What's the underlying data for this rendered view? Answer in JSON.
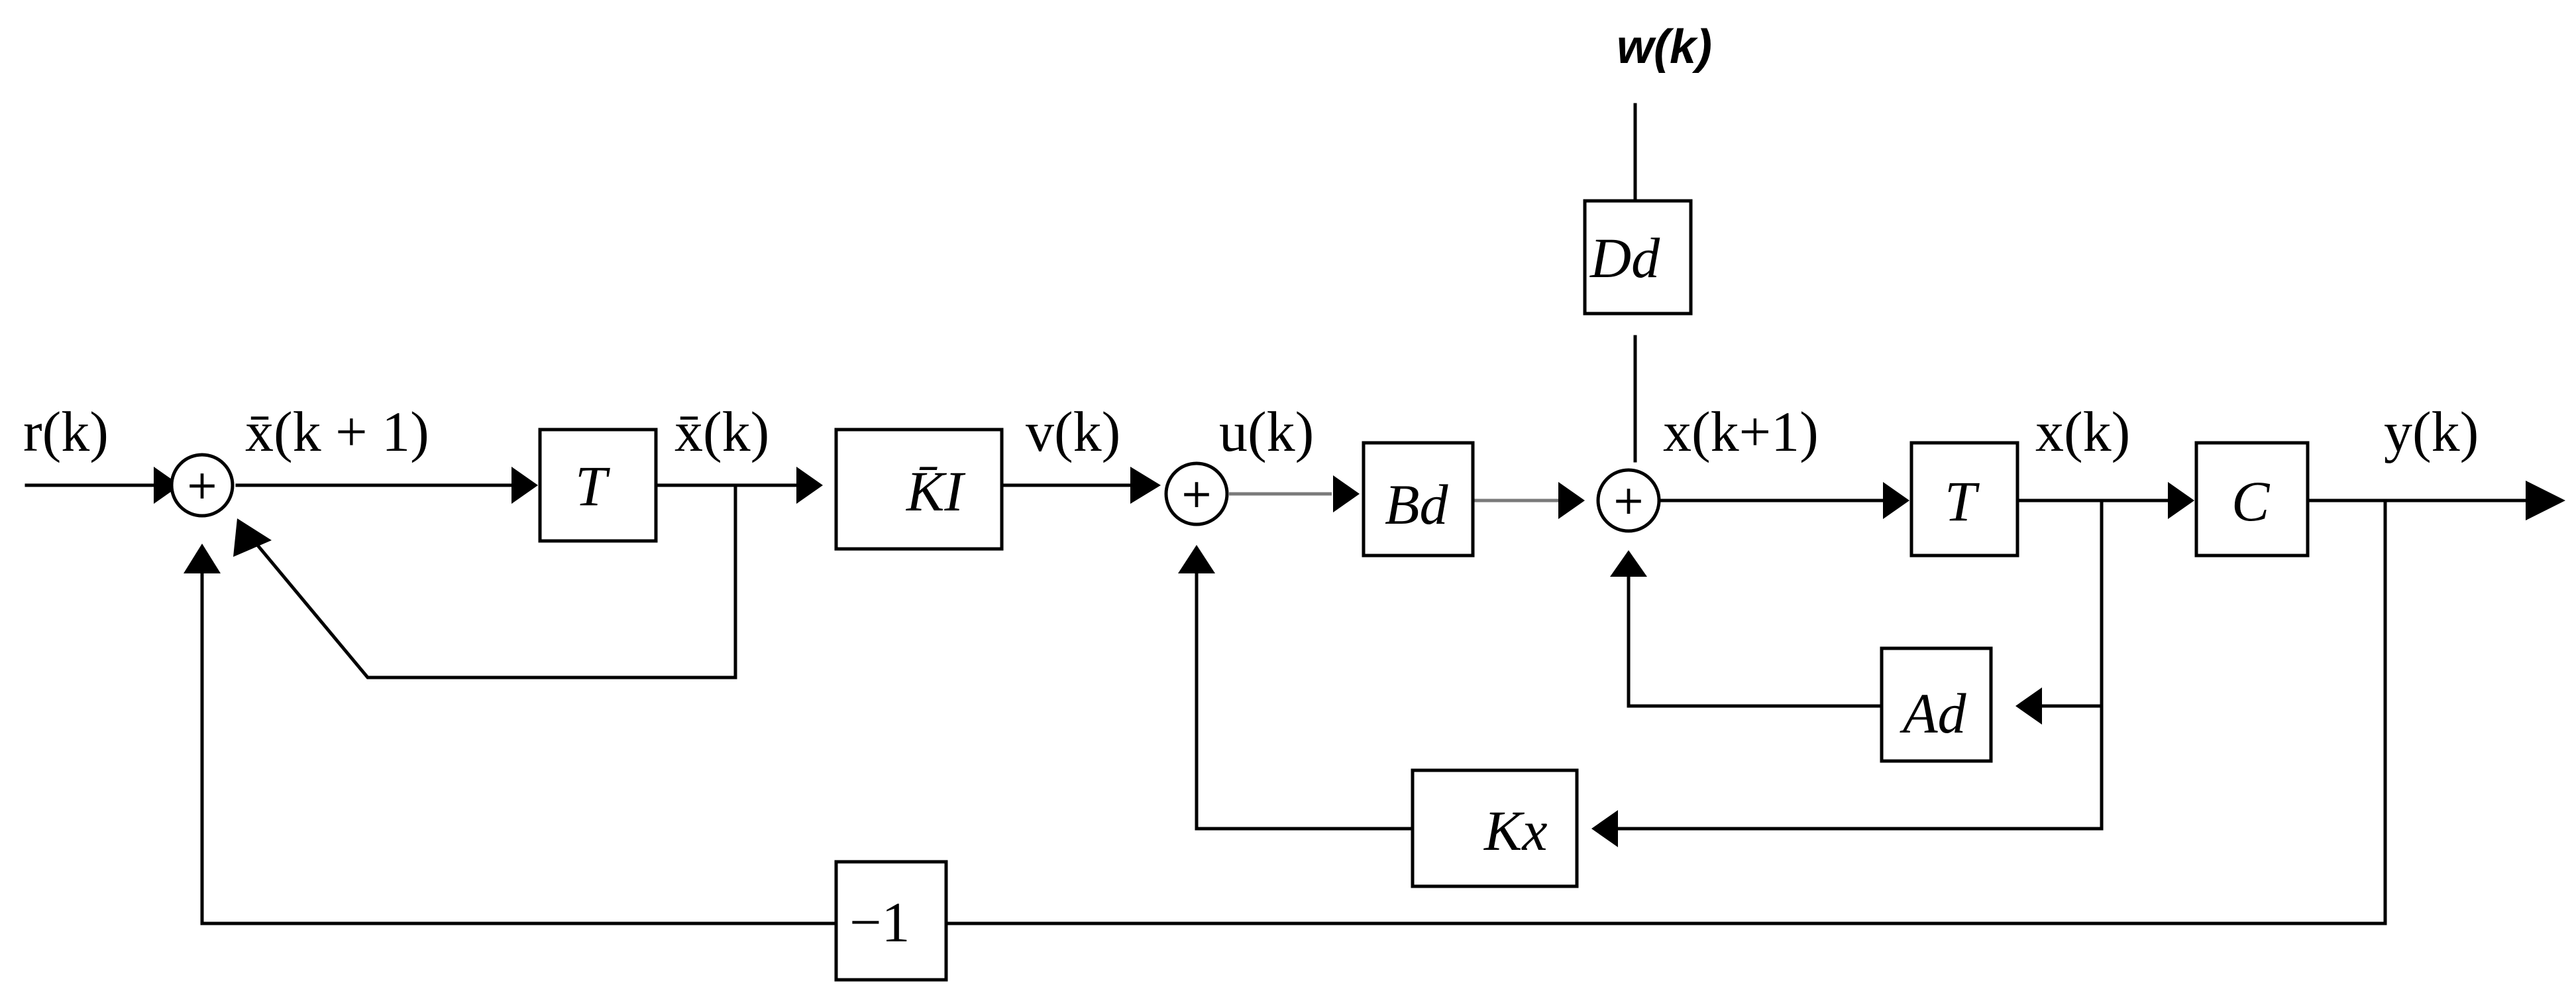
{
  "signals": {
    "r": "r(k)",
    "xbar_next": "x̄(k + 1)",
    "xbar": "x̄(k)",
    "v": "v(k)",
    "u": "u(k)",
    "w": "w(k)",
    "x_next": "x(k+1)",
    "x": "x(k)",
    "y": "y(k)"
  },
  "blocks": {
    "t1": "T",
    "ki": "K̄I",
    "bd": "Bd",
    "dd": "Dd",
    "t2": "T",
    "c": "C",
    "ad": "Ad",
    "kx": "Kx",
    "neg": "−1"
  },
  "summers": {
    "sign": "+"
  }
}
